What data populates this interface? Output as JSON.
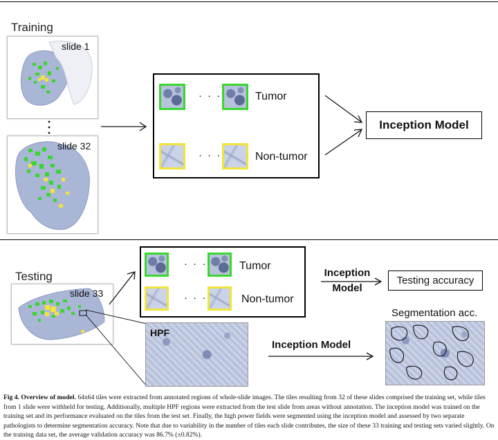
{
  "training": {
    "title": "Training",
    "slide_top_label": "slide 1",
    "slide_bottom_label": "slide 32",
    "tile_box": {
      "tumor_label": "Tumor",
      "nontumor_label": "Non-tumor",
      "ellipsis": "· · ·"
    },
    "model_label": "Inception Model"
  },
  "testing": {
    "title": "Testing",
    "slide_label": "slide 33",
    "tile_box": {
      "tumor_label": "Tumor",
      "nontumor_label": "Non-tumor",
      "ellipsis": "· · ·"
    },
    "model_label_line1": "Inception",
    "model_label_line2": "Model",
    "result_label": "Testing accuracy",
    "hpf_label": "HPF",
    "hpf_model_label": "Inception Model",
    "segmentation_label": "Segmentation acc."
  },
  "caption": {
    "fig": "Fig 4.",
    "heading": "Overview of model.",
    "text": "64x64 tiles were extracted from annotated regions of whole-slide images. The tiles resulting from 32 of these slides comprised the training set, while tiles from 1 slide were withheld for testing. Additionally, multiple HPF regions were extracted from the test slide from areas without annotation. The inception model was trained on the training set and its performance evaluated on the tiles from the test set. Finally, the high power fields were segmented using the inception model and assessed by two separate pathologists to determine segmentation accuracy. Note that due to variability in the number of tiles each slide contributes, the size of these 33 training and testing sets varied slightly. On the training data set, the average validation accuracy was 86.7% (±0.82%)."
  },
  "colors": {
    "tumor": "#39d62f",
    "nontumor": "#f2e43a",
    "tissue": "#a9b6d6"
  },
  "icons": [
    "arrow-right-icon",
    "arrow-diagonal-icon",
    "vertical-ellipsis-icon"
  ]
}
